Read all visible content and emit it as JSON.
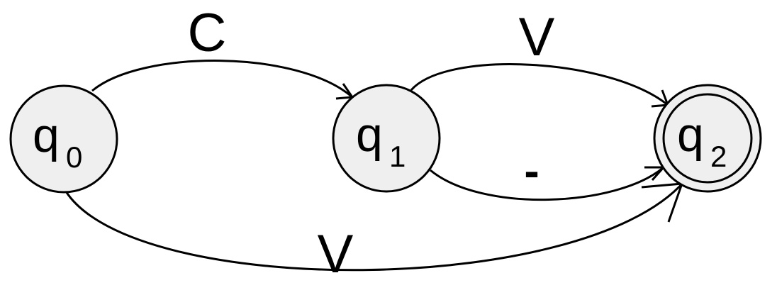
{
  "states": [
    {
      "id": "q0",
      "name": "q",
      "subscript": "0",
      "accepting": false
    },
    {
      "id": "q1",
      "name": "q",
      "subscript": "1",
      "accepting": false
    },
    {
      "id": "q2",
      "name": "q",
      "subscript": "2",
      "accepting": true
    }
  ],
  "transitions": [
    {
      "from": "q0",
      "to": "q1",
      "label": "C"
    },
    {
      "from": "q1",
      "to": "q2",
      "label": "V"
    },
    {
      "from": "q1",
      "to": "q2",
      "label": "-"
    },
    {
      "from": "q0",
      "to": "q2",
      "label": "V"
    }
  ],
  "colors": {
    "state_fill": "#efefef",
    "stroke": "#000000",
    "background": "#ffffff"
  }
}
